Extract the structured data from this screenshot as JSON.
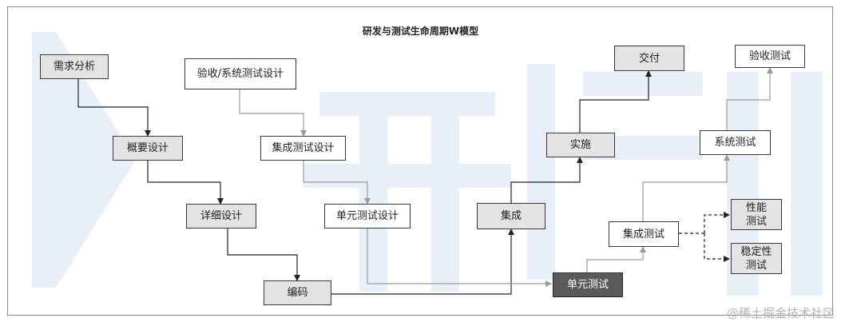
{
  "diagram": {
    "title": "研发与测试生命周期W模型",
    "nodes": {
      "requirements": "需求分析",
      "outline_design": "概要设计",
      "detailed_design": "详细设计",
      "coding": "编码",
      "acceptance_system_test_design": "验收/系统测试设计",
      "integration_test_design": "集成测试设计",
      "unit_test_design": "单元测试设计",
      "integration": "集成",
      "implementation": "实施",
      "delivery": "交付",
      "unit_test": "单元测试",
      "integration_test": "集成测试",
      "system_test": "系统测试",
      "acceptance_test": "验收测试",
      "performance_test": "性能\n测试",
      "stability_test": "稳定性\n测试"
    }
  },
  "watermark": "@稀土掘金技术社区",
  "colors": {
    "line_dark": "#222222",
    "line_gray": "#9a9a9a",
    "node_gray": "#e3e3e3",
    "node_dark": "#5a5a5a",
    "bg_watermark": "#dbe6f3"
  }
}
